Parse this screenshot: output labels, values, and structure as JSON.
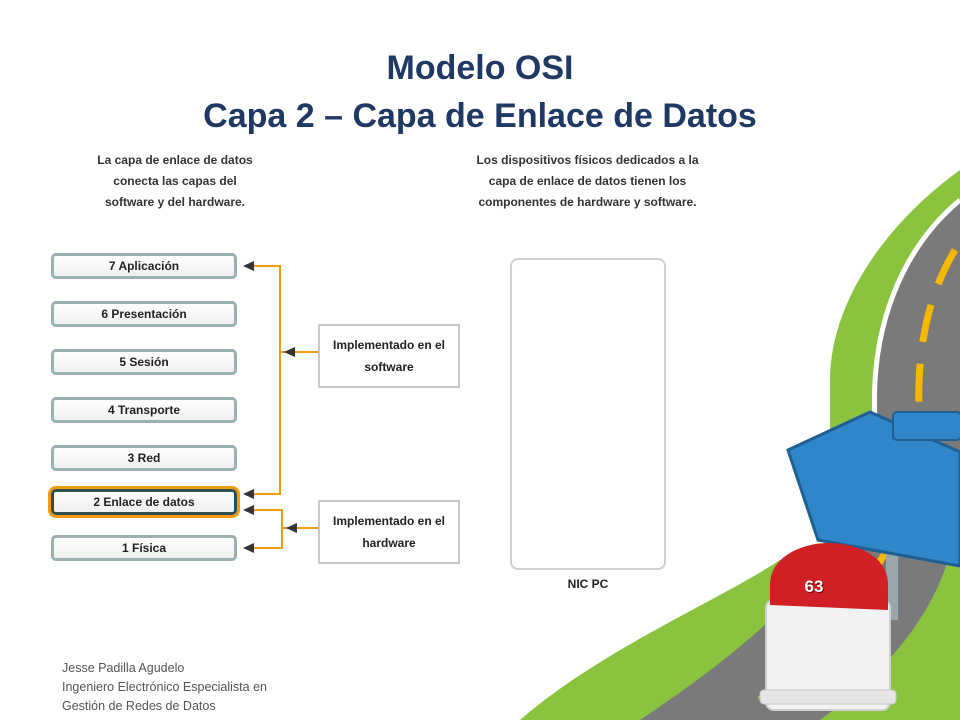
{
  "title": {
    "line1": "Modelo OSI",
    "line2": "Capa 2 – Capa de Enlace de Datos"
  },
  "captions": {
    "left": "La capa de enlace de datos\nconecta las capas del\nsoftware y del hardware.",
    "right": "Los dispositivos físicos dedicados a la\ncapa de enlace de datos tienen los\ncomponentes de hardware y software."
  },
  "layers": [
    {
      "label": "7 Aplicación"
    },
    {
      "label": "6 Presentación"
    },
    {
      "label": "5 Sesión"
    },
    {
      "label": "4 Transporte"
    },
    {
      "label": "3 Red"
    },
    {
      "label": "2 Enlace de datos",
      "highlighted": true
    },
    {
      "label": "1 Física"
    }
  ],
  "implemented": {
    "software": "Implementado en el\nsoftware",
    "hardware": "Implementado en el\nhardware"
  },
  "device_label": "NIC PC",
  "page_number": "63",
  "footer": "Jesse Padilla Agudelo\nIngeniero Electrónico  Especialista en\nGestión de Redes  de Datos",
  "colors": {
    "title": "#1f3864",
    "arrow": "#f39c12",
    "road": "#7a7a7a",
    "grass": "#8ac43f",
    "sign": "#2f86c9",
    "milestone_top": "#d11f26"
  }
}
